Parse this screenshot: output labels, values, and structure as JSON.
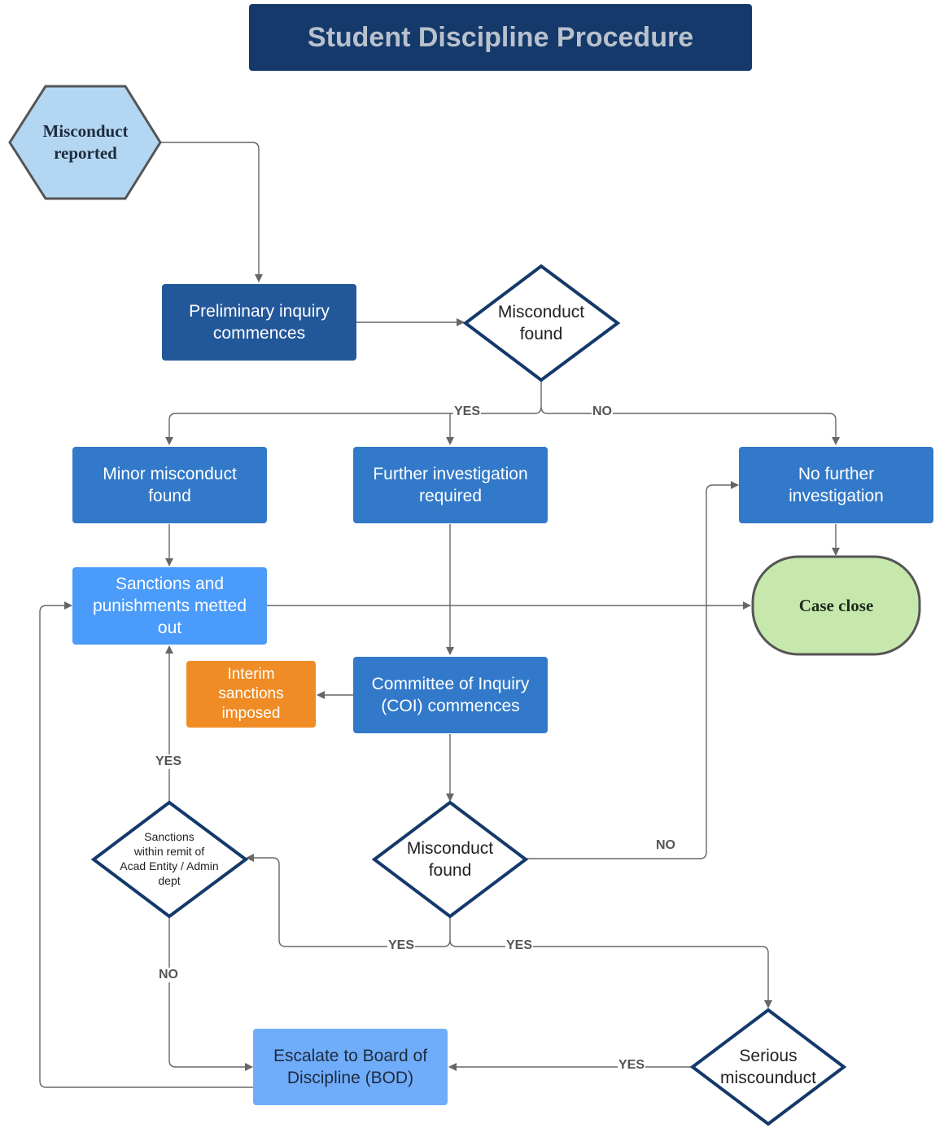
{
  "title": "Student Discipline Procedure",
  "nodes": {
    "misconduct_reported": "Misconduct\nreported",
    "preliminary_inquiry": "Preliminary inquiry\ncommences",
    "misconduct_found_1": "Misconduct\nfound",
    "minor_misconduct": "Minor misconduct\nfound",
    "further_investigation": "Further investigation\nrequired",
    "no_further_investigation": "No further\ninvestigation",
    "sanctions_metted_out": "Sanctions and\npunishments metted\nout",
    "case_close": "Case close",
    "interim_sanctions": "Interim\nsanctions\nimposed",
    "coi_commences": "Committee of Inquiry\n(COI) commences",
    "sanctions_within_remit": "Sanctions\nwithin remit of\nAcad Entity / Admin\ndept",
    "misconduct_found_2": "Misconduct\nfound",
    "escalate_bod": "Escalate to Board of\nDiscipline (BOD)",
    "serious_misconduct": "Serious\nmiscounduct"
  },
  "edge_labels": {
    "yes_top": "YES",
    "no_top": "NO",
    "yes_remit": "YES",
    "no_coi": "NO",
    "no_remit": "NO",
    "yes_left": "YES",
    "yes_right": "YES",
    "yes_serious": "YES"
  },
  "colors": {
    "title_bg": "#14396a",
    "dark_blue": "#22579a",
    "mid_blue": "#3279c9",
    "light_blue": "#4a9bfa",
    "pale_blue": "#6fadfa",
    "orange": "#ef8c25",
    "green": "#c7e8ad",
    "hexagon": "#b3d7f2",
    "diamond_border": "#14396a",
    "connector": "#666666"
  }
}
